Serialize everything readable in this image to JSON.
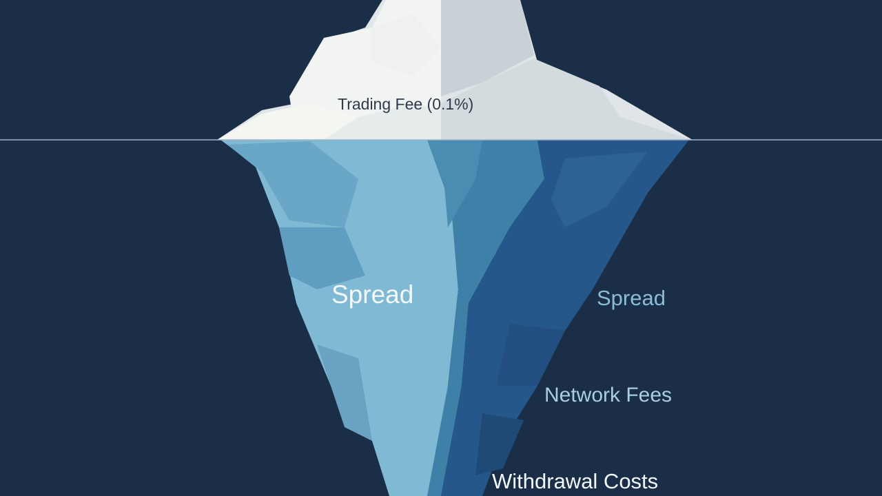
{
  "diagram": {
    "labels": {
      "tip": "Trading Fee (0.1%)",
      "spread_main": "Spread",
      "spread_right": "Spread",
      "network": "Network Fees",
      "withdrawal": "Withdrawal Costs"
    },
    "colors": {
      "background": "#1a2e47",
      "waterline": "#9fb4c7",
      "ice_above_light": "#e9eeee",
      "ice_above_shade": "#c6ced3",
      "ice_below_light": "#79b6d0",
      "ice_below_mid": "#3f7ea6",
      "ice_below_dark": "#1f4d7a"
    }
  }
}
